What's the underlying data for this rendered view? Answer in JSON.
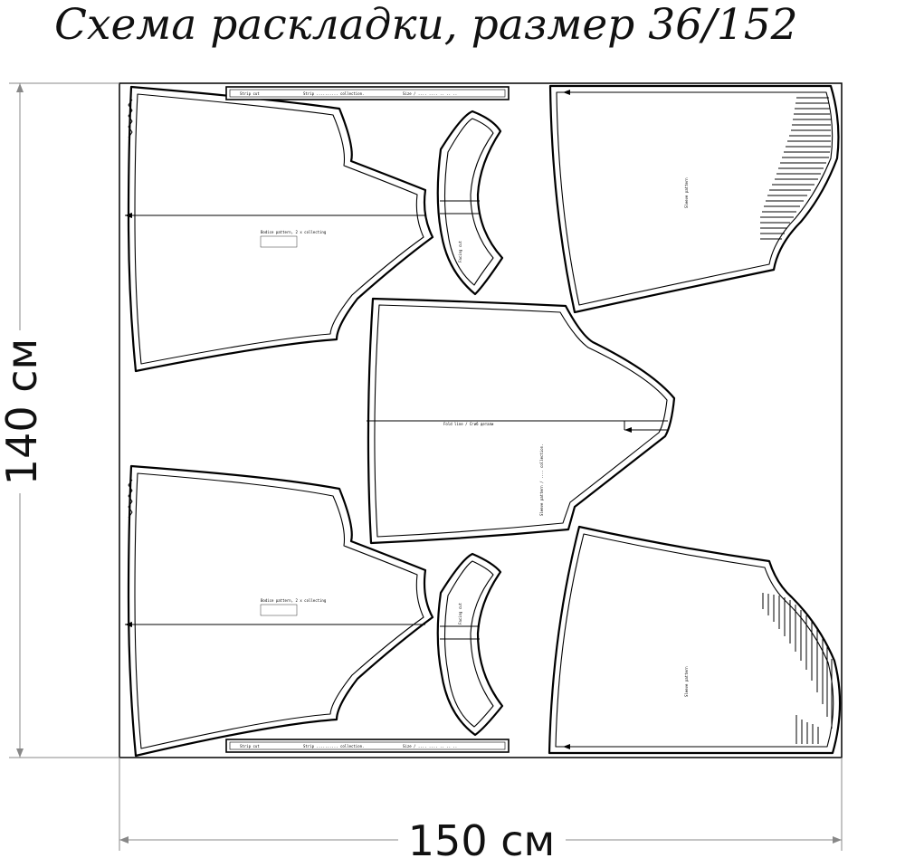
{
  "title": "Схема раскладки, размер 36/152",
  "dimensions": {
    "height_label": "140 см",
    "width_label": "150 см"
  },
  "pieces": [
    {
      "name": "back-piece-top",
      "label": "Bodice pattern, 2 x collecting"
    },
    {
      "name": "neck-facing-top",
      "label": "Facing cut"
    },
    {
      "name": "sleeve-top",
      "label": "Sleeve pattern"
    },
    {
      "name": "front-piece-center",
      "label": "Fold line / Сгиб детали"
    },
    {
      "name": "back-piece-bottom",
      "label": "Bodice pattern, 2 x collecting"
    },
    {
      "name": "neck-facing-bottom",
      "label": "Facing cut"
    },
    {
      "name": "sleeve-bottom",
      "label": "Sleeve pattern"
    },
    {
      "name": "binding-strip-top",
      "label": "Strip cut"
    },
    {
      "name": "binding-strip-bottom",
      "label": "Strip cut"
    }
  ]
}
